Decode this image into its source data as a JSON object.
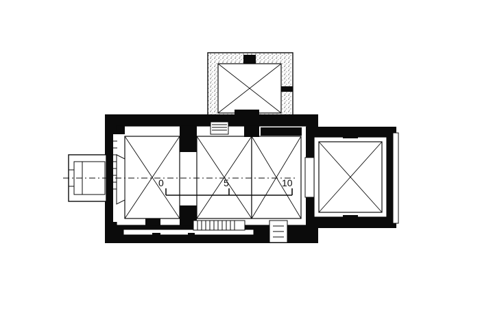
{
  "plan": {
    "scale_bar": {
      "ticks": [
        "0",
        "5",
        "10"
      ]
    },
    "colors": {
      "ink": "#0b0b0b",
      "paper": "#ffffff"
    }
  }
}
